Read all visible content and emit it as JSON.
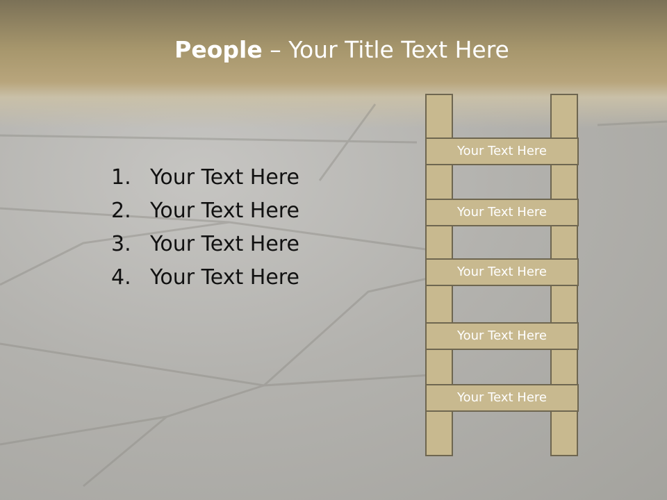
{
  "slide": {
    "title_bold": "People",
    "title_rest": " – Your Title Text Here"
  },
  "list": {
    "items": [
      {
        "number": "1.",
        "text": "Your Text Here"
      },
      {
        "number": "2.",
        "text": "Your Text Here"
      },
      {
        "number": "3.",
        "text": "Your Text Here"
      },
      {
        "number": "4.",
        "text": "Your Text Here"
      }
    ]
  },
  "ladder": {
    "steps": [
      "Your Text Here",
      "Your Text Here",
      "Your Text Here",
      "Your Text Here",
      "Your Text Here"
    ]
  },
  "colors": {
    "ladder_fill": "#c8b98f",
    "ladder_border": "#6e6650",
    "header": "#a6966c"
  }
}
